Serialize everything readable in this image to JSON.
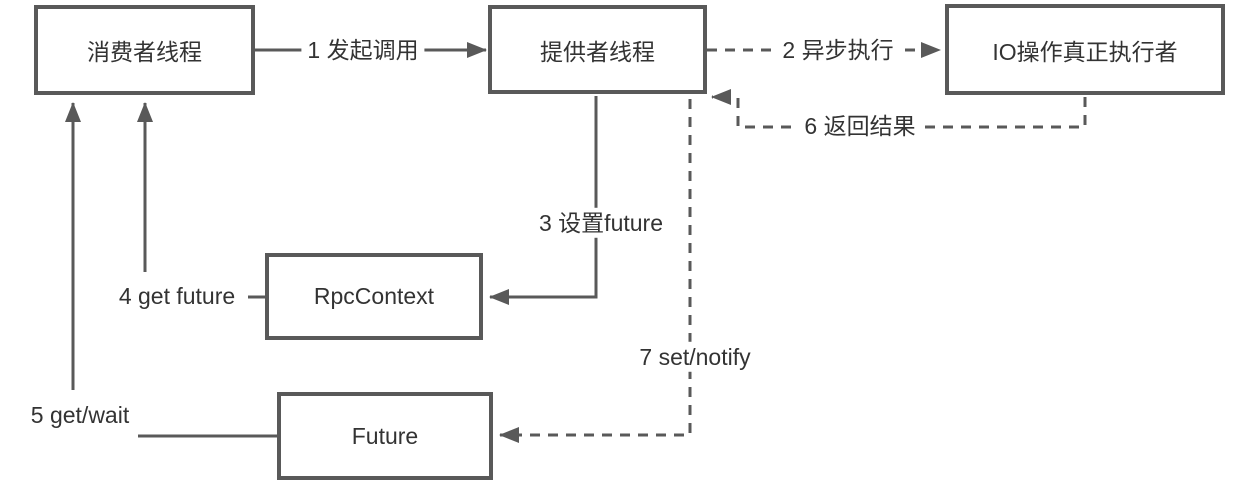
{
  "diagram": {
    "background_color": "#ffffff",
    "line_color": "#595959",
    "text_color": "#333333",
    "nodes": [
      {
        "id": "consumer-thread",
        "label": "消费者线程"
      },
      {
        "id": "provider-thread",
        "label": "提供者线程"
      },
      {
        "id": "io-executor",
        "label": "IO操作真正执行者"
      },
      {
        "id": "rpc-context",
        "label": "RpcContext"
      },
      {
        "id": "future",
        "label": "Future"
      }
    ],
    "edges": [
      {
        "id": "1",
        "label": "1 发起调用",
        "from": "consumer-thread",
        "to": "provider-thread",
        "style": "solid"
      },
      {
        "id": "2",
        "label": "2 异步执行",
        "from": "provider-thread",
        "to": "io-executor",
        "style": "dashed"
      },
      {
        "id": "3",
        "label": "3 设置future",
        "from": "provider-thread",
        "to": "rpc-context",
        "style": "solid"
      },
      {
        "id": "4",
        "label": "4 get future",
        "from": "rpc-context",
        "to": "consumer-thread",
        "style": "solid"
      },
      {
        "id": "5",
        "label": "5 get/wait",
        "from": "future",
        "to": "consumer-thread",
        "style": "solid"
      },
      {
        "id": "6",
        "label": "6 返回结果",
        "from": "io-executor",
        "to": "provider-thread",
        "style": "dashed"
      },
      {
        "id": "7",
        "label": "7 set/notify",
        "from": "provider-thread",
        "to": "future",
        "style": "dashed"
      }
    ]
  }
}
